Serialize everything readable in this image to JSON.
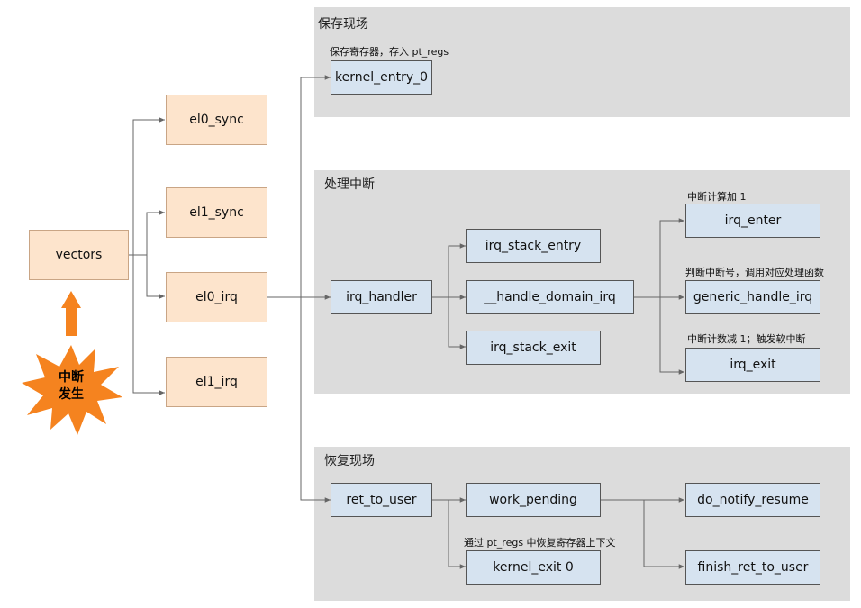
{
  "colors": {
    "panel_bg": "#dcdcdc",
    "orange_fill": "#fde4cc",
    "blue_fill": "#d6e3f0",
    "burst_fill": "#f5831f",
    "arrow_fill": "#f5831f",
    "line": "#666666"
  },
  "panels": {
    "save": {
      "title": "保存现场"
    },
    "handle": {
      "title": "处理中断"
    },
    "restore": {
      "title": "恢复现场"
    }
  },
  "trigger": {
    "line1": "中断",
    "line2": "发生",
    "icon": "starburst-icon"
  },
  "nodes": {
    "vectors": "vectors",
    "el0_sync": "el0_sync",
    "el1_sync": "el1_sync",
    "el0_irq": "el0_irq",
    "el1_irq": "el1_irq",
    "kernel_entry_0": "kernel_entry_0",
    "irq_handler": "irq_handler",
    "irq_stack_entry": "irq_stack_entry",
    "handle_domain_irq": "__handle_domain_irq",
    "irq_stack_exit": "irq_stack_exit",
    "irq_enter": "irq_enter",
    "generic_handle_irq": "generic_handle_irq",
    "irq_exit": "irq_exit",
    "ret_to_user": "ret_to_user",
    "work_pending": "work_pending",
    "do_notify_resume": "do_notify_resume",
    "kernel_exit_0": "kernel_exit 0",
    "finish_ret_to_user": "finish_ret_to_user"
  },
  "notes": {
    "save_regs": "保存寄存器，存入 pt_regs",
    "irq_enter_note": "中断计算加 1",
    "generic_note": "判断中断号，调用对应处理函数",
    "irq_exit_note": "中断计数减 1；触发软中断",
    "restore_note": "通过 pt_regs 中恢复寄存器上下文"
  }
}
